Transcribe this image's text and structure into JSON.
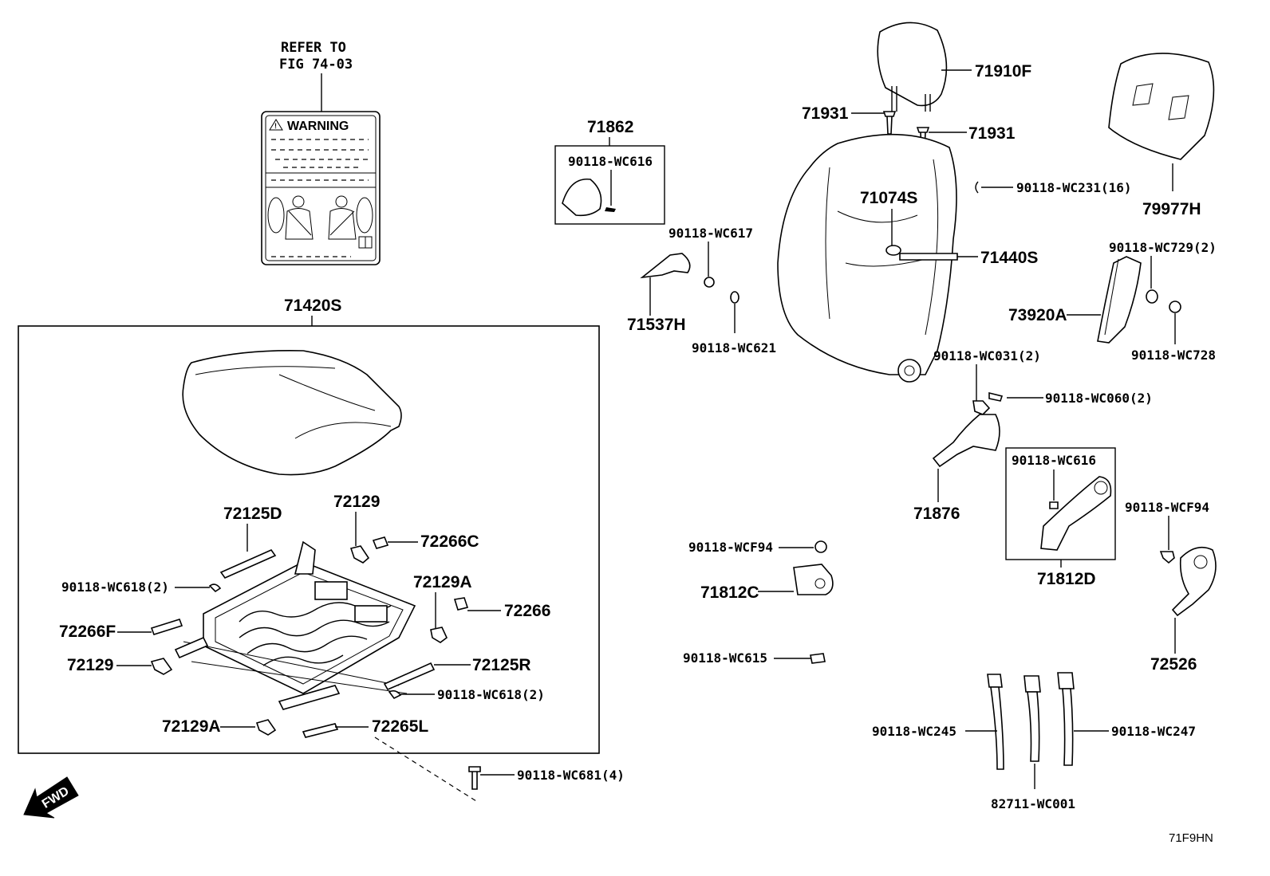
{
  "diagram_code": "71F9HN",
  "direction_marker": "FWD",
  "warning_label": {
    "note_line1": "REFER TO",
    "note_line2": "FIG 74-03",
    "heading": "WARNING"
  },
  "parts": {
    "p71420S": "71420S",
    "p71862": "71862",
    "p71862_fastener": "90118-WC616",
    "p71537H": "71537H",
    "wc617": "90118-WC617",
    "wc621": "90118-WC621",
    "p71910F": "71910F",
    "p71931a": "71931",
    "p71931b": "71931",
    "p71074S": "71074S",
    "wc231": "90118-WC231(16)",
    "p71440S": "71440S",
    "p79977H": "79977H",
    "wc729": "90118-WC729(2)",
    "p73920A": "73920A",
    "wc728": "90118-WC728",
    "wc031": "90118-WC031(2)",
    "wc060": "90118-WC060(2)",
    "p71876": "71876",
    "p71812D": "71812D",
    "p71812D_fastener": "90118-WC616",
    "wcf94_right": "90118-WCF94",
    "p72526": "72526",
    "wcf94_mid": "90118-WCF94",
    "p71812C": "71812C",
    "wc615": "90118-WC615",
    "wc245": "90118-WC245",
    "wc247": "90118-WC247",
    "c82711": "82711-WC001",
    "p72125D": "72125D",
    "p72129_top": "72129",
    "p72266C": "72266C",
    "wc618_left": "90118-WC618(2)",
    "p72129A_top": "72129A",
    "p72266": "72266",
    "p72266F": "72266F",
    "p72129_left": "72129",
    "p72125R": "72125R",
    "wc618_right": "90118-WC618(2)",
    "p72129A_bottom": "72129A",
    "p72265L": "72265L",
    "wc681": "90118-WC681(4)"
  }
}
